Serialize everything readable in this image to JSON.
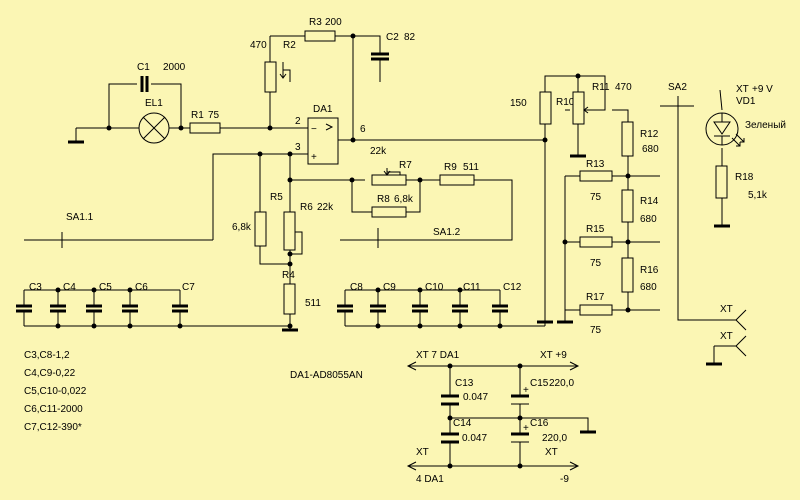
{
  "components": {
    "EL1": {
      "ref": "EL1"
    },
    "C1": {
      "ref": "C1",
      "value": "2000"
    },
    "R1": {
      "ref": "R1",
      "value": "75"
    },
    "R2": {
      "ref": "R2",
      "value": "470"
    },
    "R3": {
      "ref": "R3",
      "value": "200"
    },
    "C2": {
      "ref": "C2",
      "value": "82"
    },
    "DA1": {
      "ref": "DA1",
      "pin_inv": "2",
      "pin_noninv": "3",
      "pin_out": "6"
    },
    "R7": {
      "ref": "R7",
      "value": "22k"
    },
    "R8": {
      "ref": "R8",
      "value": "6,8k"
    },
    "R9": {
      "ref": "R9",
      "value": "511"
    },
    "R5": {
      "ref": "R5",
      "value": "6,8k"
    },
    "R6": {
      "ref": "R6",
      "value": "22k"
    },
    "R4": {
      "ref": "R4",
      "value": "511"
    },
    "SA1_1": {
      "ref": "SA1.1"
    },
    "SA1_2": {
      "ref": "SA1.2"
    },
    "R10": {
      "ref": "R10",
      "value": "150"
    },
    "R11": {
      "ref": "R11",
      "value": "470"
    },
    "R12": {
      "ref": "R12",
      "value": "680"
    },
    "R13": {
      "ref": "R13",
      "value": "75"
    },
    "R14": {
      "ref": "R14",
      "value": "680"
    },
    "R15": {
      "ref": "R15",
      "value": "75"
    },
    "R16": {
      "ref": "R16",
      "value": "680"
    },
    "R17": {
      "ref": "R17",
      "value": "75"
    },
    "SA2": {
      "ref": "SA2"
    },
    "VD1": {
      "ref": "VD1",
      "xt": "XT",
      "supply": "+9 V",
      "color": "Зеленый"
    },
    "R18": {
      "ref": "R18",
      "value": "5,1k"
    },
    "C13": {
      "ref": "C13",
      "value": "0.047"
    },
    "C14": {
      "ref": "C14",
      "value": "0.047"
    },
    "C15": {
      "ref": "C15",
      "value": "220,0",
      "plus": "+"
    },
    "C16": {
      "ref": "C16",
      "value": "220,0",
      "plus": "+"
    }
  },
  "cap_bank_left": [
    "C3",
    "C4",
    "C5",
    "C6",
    "C7"
  ],
  "cap_bank_right": [
    "C8",
    "C9",
    "C10",
    "C11",
    "C12"
  ],
  "connectors": {
    "xt_out_1": "XT",
    "xt_out_2": "XT",
    "power_top_left": "XT 7 DA1",
    "power_top_right": "XT  +9",
    "power_mid_right": "XT",
    "power_bottom_left_xt": "XT",
    "power_bottom_left": "4 DA1",
    "power_bottom_right": "-9"
  },
  "notes": {
    "part": "DA1-AD8055AN",
    "cap_values": [
      "C3,C8-1,2",
      "C4,C9-0,22",
      "C5,C10-0,022",
      "C6,C11-2000",
      "C7,C12-390*"
    ]
  }
}
